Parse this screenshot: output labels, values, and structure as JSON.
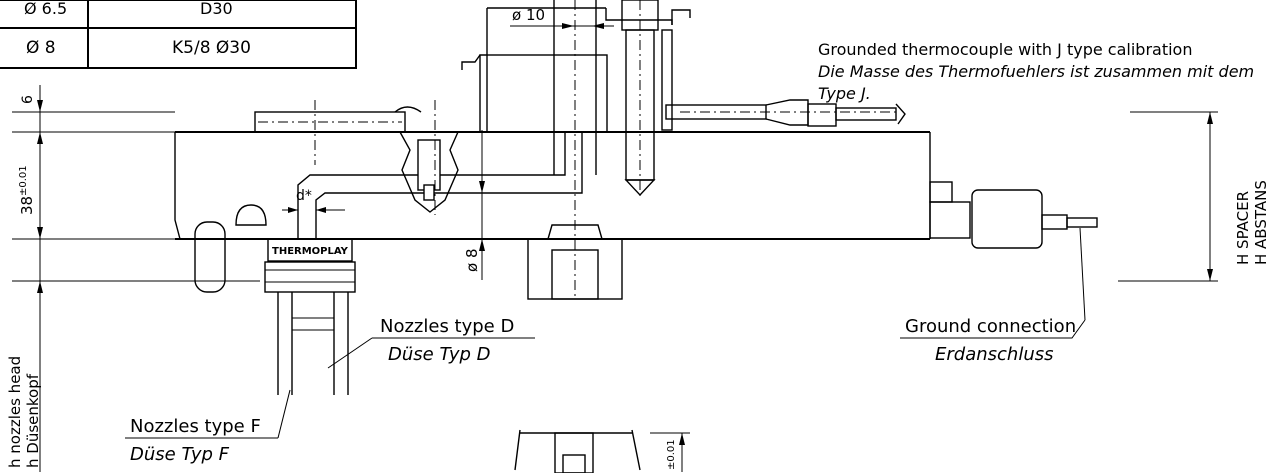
{
  "table": {
    "row1": {
      "diameter": "Ø 6.5",
      "spec": "D30"
    },
    "row2": {
      "diameter": "Ø 8",
      "spec": "K5/8 Ø30"
    }
  },
  "dimensions": {
    "top_diameter": "ø 10",
    "left_top": "6",
    "left_height": "38",
    "left_height_tol": "±0.01",
    "offset_label": "d*",
    "mid_diameter": "ø 8",
    "bottom_tol": "±0.01"
  },
  "notes": {
    "thermocouple_en": "Grounded thermocouple with J type calibration",
    "thermocouple_de": "Die Masse des Thermofuehlers ist zusammen mit dem",
    "thermocouple_de2": "Type J."
  },
  "labels": {
    "spacer_en": "H SPACER",
    "spacer_de": "H ABSTANS",
    "nozzles_head_en": "h nozzles head",
    "nozzles_head_de": "h Düsenkopf",
    "brand": "THERMOPLAY",
    "nozzle_d_en": "Nozzles type D",
    "nozzle_d_de": "Düse Typ D",
    "nozzle_f_en": "Nozzles type F",
    "nozzle_f_de": "Düse Typ F",
    "ground_en": "Ground connection",
    "ground_de": "Erdanschluss"
  }
}
